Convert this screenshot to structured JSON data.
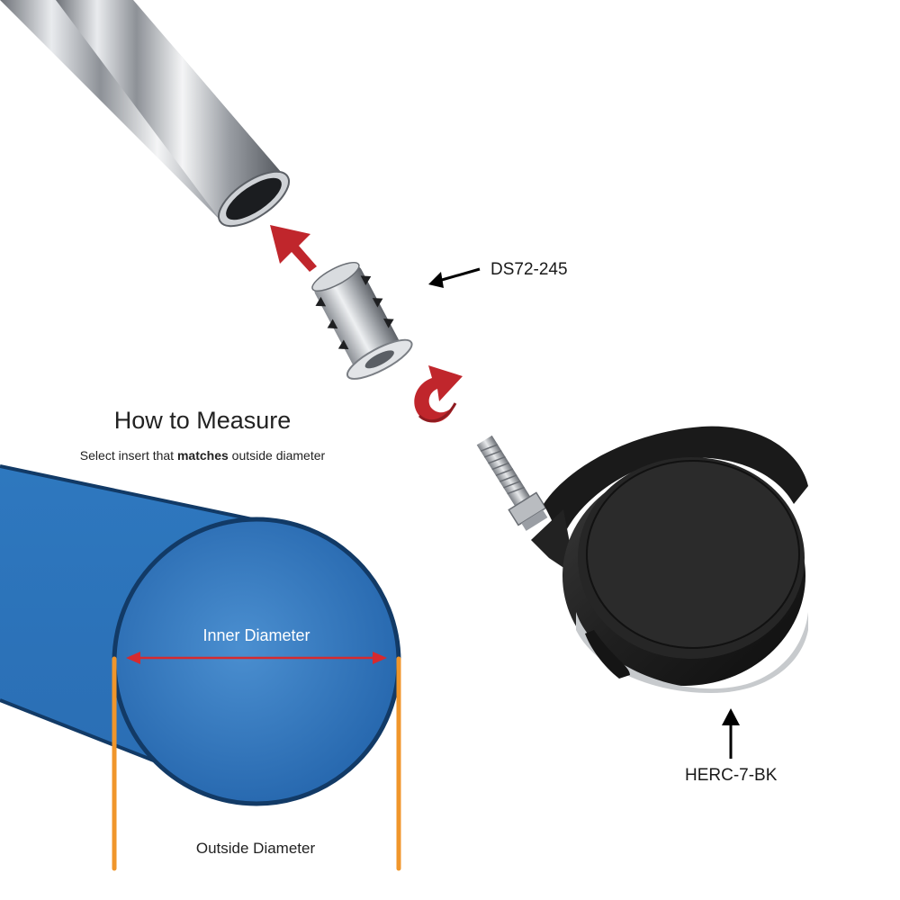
{
  "title": "How to Measure",
  "subtitle": {
    "before": "Select insert that ",
    "emphasis": "matches",
    "after": " outside diameter"
  },
  "labels": {
    "insert_part": "DS72-245",
    "caster_part": "HERC-7-BK",
    "inner_diameter": "Inner Diameter",
    "outside_diameter": "Outside Diameter"
  },
  "colors": {
    "pipe_blue": "#2f7fc6",
    "pipe_outline": "#123a66",
    "measure_orange": "#f0962b",
    "arrow_red": "#c0262c",
    "caster_black": "#1c1c1c",
    "chrome": "#b9bcc0"
  },
  "icons": [
    "chrome-tube",
    "threaded-insert",
    "swivel-caster",
    "up-arrow-icon",
    "rotate-arrow-icon",
    "pointer-arrow-icon"
  ]
}
